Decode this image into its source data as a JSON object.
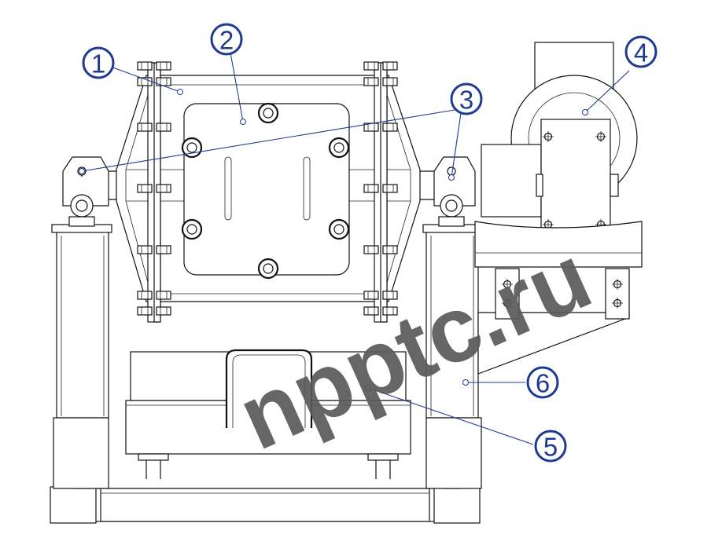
{
  "watermark": {
    "text": "npptc.ru",
    "color": "#5a5a5a"
  },
  "callouts": [
    {
      "id": "1",
      "label": "1"
    },
    {
      "id": "2",
      "label": "2"
    },
    {
      "id": "3",
      "label": "3"
    },
    {
      "id": "4",
      "label": "4"
    },
    {
      "id": "5",
      "label": "5"
    },
    {
      "id": "6",
      "label": "6"
    }
  ],
  "colors": {
    "callout": "#1f3a93",
    "line": "#111111",
    "background": "#ffffff"
  }
}
